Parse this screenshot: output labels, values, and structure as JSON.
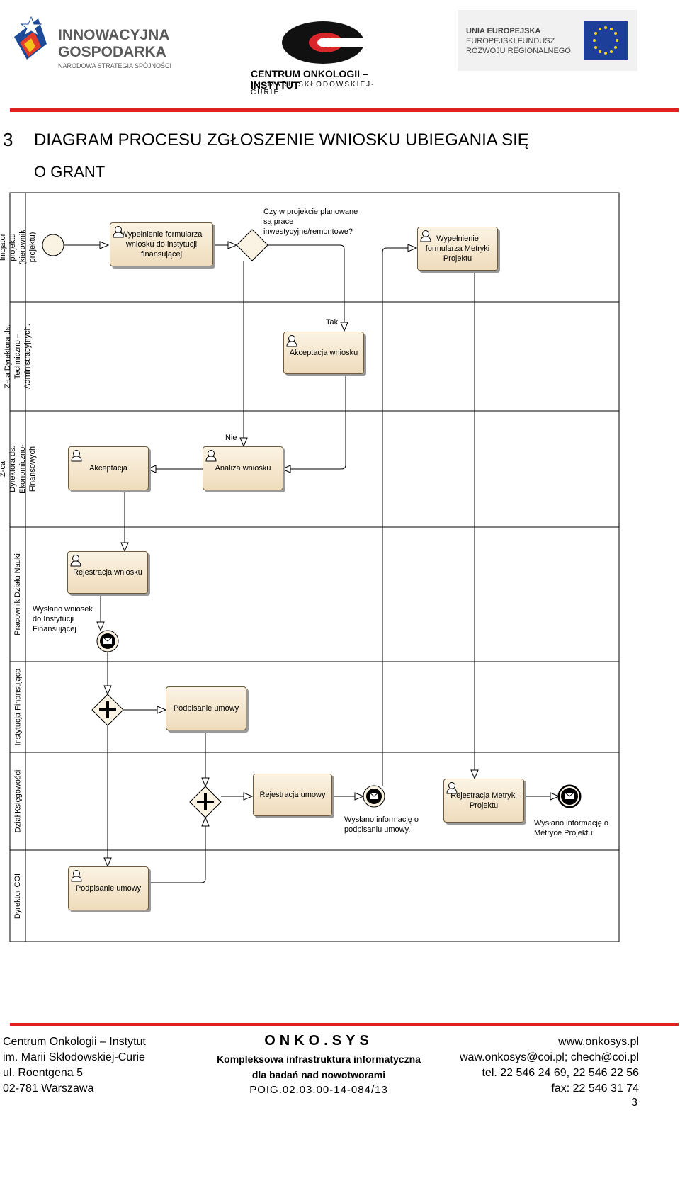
{
  "header": {
    "left_logo": {
      "line1": "INNOWACYJNA",
      "line2": "GOSPODARKA",
      "line3": "NARODOWA STRATEGIA SPÓJNOŚCI"
    },
    "center_logo": {
      "line1": "CENTRUM ONKOLOGII – INSTYTUT",
      "line2": "IM. MARII SKŁODOWSKIEJ-CURIE"
    },
    "right_logo": {
      "line1": "UNIA EUROPEJSKA",
      "line2": "EUROPEJSKI FUNDUSZ",
      "line3": "ROZWOJU REGIONALNEGO"
    },
    "accent_color": "#e02020"
  },
  "section": {
    "number": "3",
    "title_line1": "DIAGRAM PROCESU ZGŁOSZENIE WNIOSKU UBIEGANIA SIĘ",
    "title_line2": "O GRANT"
  },
  "lanes": [
    {
      "label": "Inicjator projektu (kierownik projektu)"
    },
    {
      "label": "Z-ca Dyrektora ds. Techniczno – Administracyjnych."
    },
    {
      "label": "Z-ca Dyrektora ds. Ekonomiczno-Finansowych"
    },
    {
      "label": "Pracownik Działu Nauki"
    },
    {
      "label": "Instytucja Finansująca"
    },
    {
      "label": "Dział Księgowości"
    },
    {
      "label": "Dyrektor COI"
    }
  ],
  "tasks": {
    "wypelnienie_formularza": "Wypełnienie formularza wniosku do instytucji finansującej",
    "wypelnienie_metryki": "Wypełnienie formularza Metryki Projektu",
    "akceptacja_wniosku": "Akceptacja wniosku",
    "akceptacja": "Akceptacja",
    "analiza_wniosku": "Analiza wniosku",
    "rejestracja_wniosku": "Rejestracja wniosku",
    "podpisanie_umowy_if": "Podpisanie umowy",
    "rejestracja_umowy": "Rejestracja umowy",
    "rejestracja_metryki": "Rejestracja Metryki Projektu",
    "podpisanie_umowy_dyr": "Podpisanie umowy"
  },
  "labels": {
    "gateway_question": "Czy w projekcie planowane są prace inwestycyjne/remontowe?",
    "tak": "Tak",
    "nie": "Nie",
    "wyslano_wniosek": "Wysłano wniosek do Instytucji Finansującej",
    "wyslano_info_umowa": "Wysłano informację o podpisaniu umowy.",
    "wyslano_info_metryka": "Wysłano informację o Metryce Projektu"
  },
  "footer": {
    "left": [
      "Centrum Onkologii – Instytut",
      "im. Marii Skłodowskiej-Curie",
      "ul. Roentgena 5",
      "02-781 Warszawa"
    ],
    "center_logo": "ONKO.SYS",
    "center": [
      "Kompleksowa infrastruktura informatyczna",
      "dla badań nad nowotworami",
      "POIG.02.03.00-14-084/13"
    ],
    "right": [
      "www.onkosys.pl",
      "waw.onkosys@coi.pl; chech@coi.pl",
      "tel. 22 546 24 69, 22 546 22 56",
      "fax: 22 546 31 74"
    ],
    "page_number": "3"
  }
}
